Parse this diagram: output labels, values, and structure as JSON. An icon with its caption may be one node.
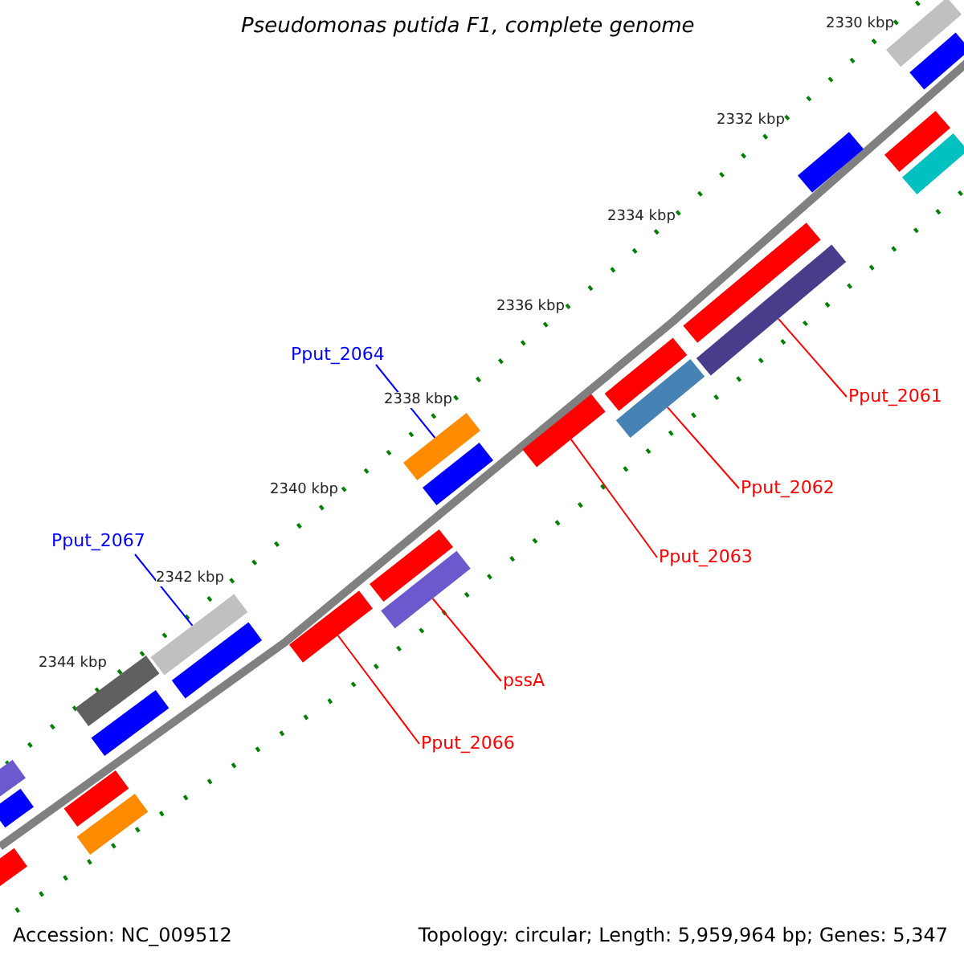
{
  "diagram": {
    "title": "Pseudomonas putida F1, complete genome",
    "nodes": [
      {
        "text": [
          "Pput_2064"
        ]
      },
      {
        "text": [
          "Pput_2061"
        ]
      },
      {
        "text": [
          "Pput_2062"
        ]
      },
      {
        "text": [
          "Pput_2067"
        ]
      },
      {
        "text": [
          "Pput_2063"
        ]
      },
      {
        "text": [
          "pssA"
        ]
      },
      {
        "text": [
          "Pput_2066"
        ]
      },
      {
        "text": [],
        "shape": "bar"
      },
      {
        "text": [],
        "shape": "bar"
      },
      {
        "text": [],
        "shape": "bar"
      },
      {
        "text": [],
        "shape": "bar"
      },
      {
        "text": [],
        "shape": "bar"
      },
      {
        "text": [],
        "shape": "bar"
      },
      {
        "text": [],
        "shape": "bar"
      },
      {
        "text": [],
        "shape": "bar"
      },
      {
        "text": [],
        "shape": "bar"
      },
      {
        "text": [],
        "shape": "bar"
      },
      {
        "text": [],
        "shape": "bar"
      },
      {
        "text": [],
        "shape": "bar"
      },
      {
        "text": [],
        "shape": "bar"
      },
      {
        "text": [],
        "shape": "bar"
      },
      {
        "text": [],
        "shape": "bar"
      },
      {
        "text": [],
        "shape": "bar"
      },
      {
        "text": [],
        "shape": "bar"
      },
      {
        "text": [],
        "shape": "bar"
      },
      {
        "text": [],
        "shape": "bar"
      },
      {
        "text": [],
        "shape": "bar"
      },
      {
        "text": [],
        "shape": "bar"
      },
      {
        "text": [],
        "shape": "bar"
      },
      {
        "text": [],
        "shape": "bar"
      },
      {
        "text": [],
        "shape": "bar"
      }
    ],
    "edges": [
      {
        "from": 0,
        "to": 17,
        "arrow": "none",
        "color": "#0000ff"
      },
      {
        "from": 1,
        "to": 13,
        "arrow": "none"
      },
      {
        "from": 2,
        "to": 15,
        "arrow": "none"
      },
      {
        "from": 3,
        "to": 22,
        "arrow": "none",
        "color": "#0000ff"
      },
      {
        "from": 4,
        "to": 16,
        "arrow": "none"
      },
      {
        "from": 5,
        "to": 20,
        "arrow": "none"
      },
      {
        "from": 6,
        "to": 21,
        "arrow": "none"
      }
    ],
    "labels": [
      "2330 kbp",
      "2332 kbp",
      "2334 kbp",
      "2336 kbp",
      "2338 kbp",
      "2340 kbp",
      "2342 kbp",
      "2344 kbp",
      "Accession: NC_009512",
      "Topology: circular; Length: 5,959,964 bp; Genes: 5,347"
    ]
  }
}
